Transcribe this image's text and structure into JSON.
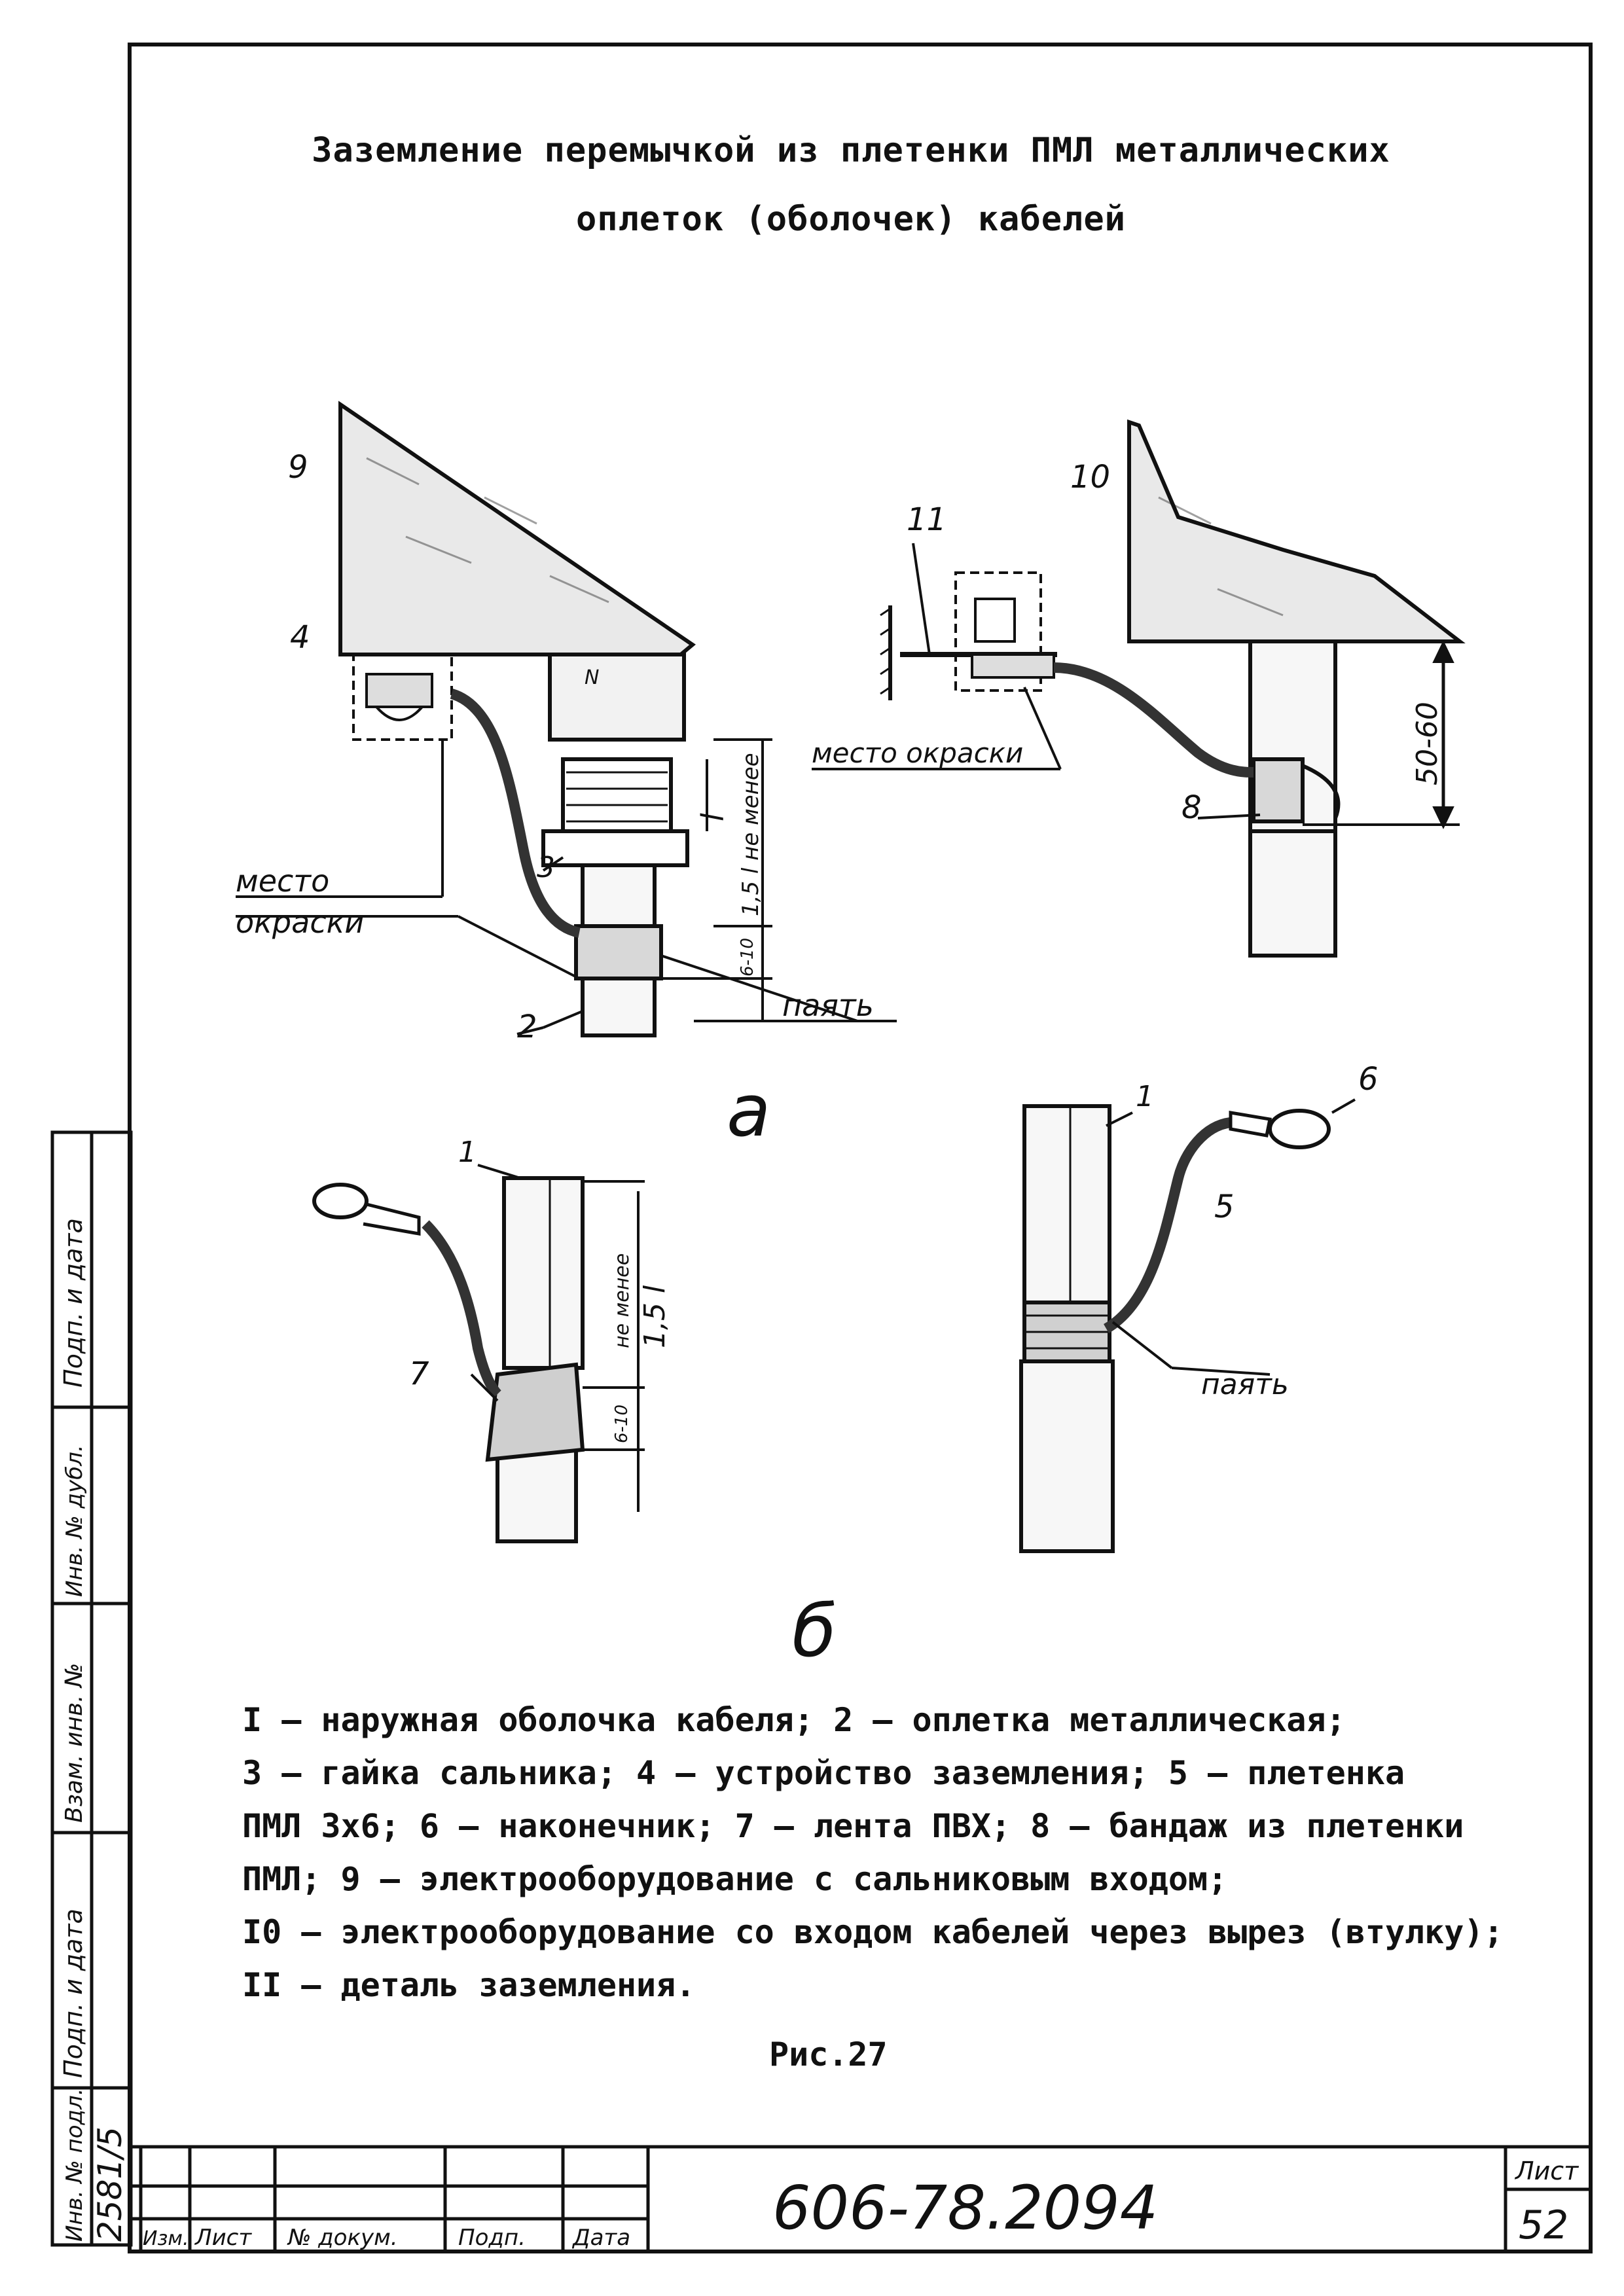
{
  "document": {
    "title_line1": "Заземление перемычкой из плетенки ПМЛ металлических",
    "title_line2": "оплеток (оболочек) кабелей",
    "figure_caption": "Рис.27"
  },
  "figure": {
    "part_a_label": "а",
    "part_b_label": "б",
    "callouts": {
      "n1": "1",
      "n1b": "1",
      "n2": "2",
      "n3": "3",
      "n4": "4",
      "n5": "5",
      "n6": "6",
      "n7": "7",
      "n8": "8",
      "n9": "9",
      "n10": "10",
      "n11": "11"
    },
    "labels": {
      "paint_spot_1": "место",
      "paint_spot_2": "окраски",
      "paint_spot_right": "место окраски",
      "solder_a": "паять",
      "solder_b": "паять",
      "dim_15l": "1,5 l не менее",
      "dim_15l_b": "1,5 l",
      "not_less_b": "не менее",
      "dim_l": "l",
      "dim_610": "6-10",
      "dim_610_b": "6-10",
      "dim_5060": "50-60",
      "small_N": "N"
    }
  },
  "legend": {
    "lines": [
      "I – наружная оболочка кабеля; 2 – оплетка металлическая;",
      "3 – гайка сальника; 4 – устройство заземления; 5 – плетенка",
      "ПМЛ 3х6; 6 – наконечник; 7 – лента ПВХ; 8 – бандаж из плетенки",
      "ПМЛ; 9 – электрооборудование с сальниковым входом;",
      "I0 – электрооборудование со входом кабелей через вырез (втулку);",
      "II – деталь заземления."
    ]
  },
  "side_stamp": {
    "fields": [
      "Подп. и дата",
      "Инв. № дубл.",
      "Взам. инв. №",
      "Подп. и дата",
      "Инв. № подл."
    ],
    "handwritten_number": "2581/5"
  },
  "title_block": {
    "columns": [
      "Изм.",
      "Лист",
      "№ докум.",
      "Подп.",
      "Дата"
    ],
    "document_number": "606-78.2094",
    "sheet_label": "Лист",
    "sheet_number": "52"
  }
}
